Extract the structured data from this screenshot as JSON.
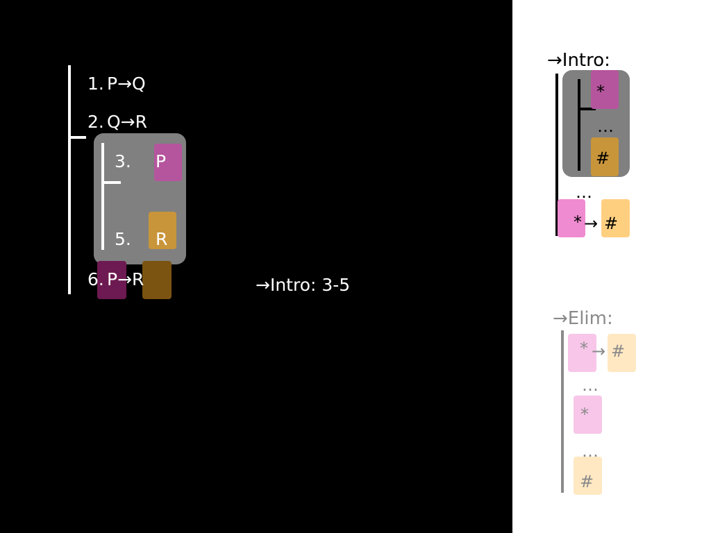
{
  "colors": {
    "background": "#000000",
    "panel": "#ffffff",
    "subproof_box": "#808080",
    "magenta": "#b5559e",
    "gold": "#c8953a",
    "dark_magenta": "#6e1a52",
    "dark_gold": "#7a5410",
    "pink": "#ef8bd0",
    "peach": "#ffcf80",
    "pale_pink": "#f7c6e8",
    "pale_peach": "#ffe8c2"
  },
  "proof": {
    "lines": [
      {
        "num": "1.",
        "formula": "P→Q"
      },
      {
        "num": "2.",
        "formula": "Q→R"
      },
      {
        "num": "3.",
        "formula": "P"
      },
      {
        "num": "5.",
        "formula": "R"
      },
      {
        "num": "6.",
        "formula": "P→R"
      }
    ],
    "justification": "→Intro: 3-5"
  },
  "rules": {
    "intro": {
      "title": "→Intro:",
      "top_symbol": "*",
      "dots": "…",
      "bottom_symbol": "#",
      "outer_dots": "…",
      "conclusion_left": "*",
      "conclusion_arrow": "→",
      "conclusion_right": "#"
    },
    "elim": {
      "title": "→Elim:",
      "premise_left": "*",
      "premise_arrow": "→",
      "premise_right": "#",
      "dots1": "…",
      "middle_symbol": "*",
      "dots2": "…",
      "bottom_symbol": "#"
    }
  }
}
